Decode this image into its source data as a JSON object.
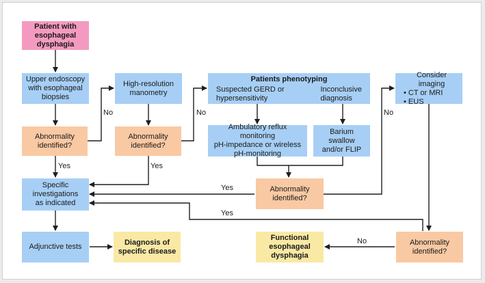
{
  "nodes": {
    "patient": "Patient with\nesophageal\ndysphagia",
    "endoscopy": "Upper endoscopy\nwith esophageal\nbiopsies",
    "abnormality1": "Abnormality\nidentified?",
    "manometry": "High-resolution\nmanometry",
    "abnormality2": "Abnormality\nidentified?",
    "phenotyping_title": "Patients phenotyping",
    "phenotyping_left": "Suspected GERD or\nhypersensitivity",
    "phenotyping_right": "Inconclusive\ndiagnosis",
    "reflux": "Ambulatory reflux monitoring\npH-impedance or wireless\npH-monitoring",
    "barium": "Barium swallow\nand/or FLIP",
    "abnormality3": "Abnormality\nidentified?",
    "imaging_title": "Consider imaging",
    "imaging_items": "• CT or MRI\n• EUS",
    "specific": "Specific\ninvestigations\nas indicated",
    "adjunctive": "Adjunctive tests",
    "diagnosis": "Diagnosis of\nspecific disease",
    "functional": "Functional\nesophageal\ndysphagia",
    "abnormality4": "Abnormality\nidentified?"
  },
  "labels": {
    "no1": "No",
    "no2": "No",
    "no3": "No",
    "no4": "No",
    "yes1": "Yes",
    "yes2": "Yes",
    "yes3": "Yes",
    "yes4": "Yes"
  },
  "colors": {
    "start": "#f49ac0",
    "process": "#a7cff5",
    "decision": "#f9c9a3",
    "outcome": "#f9e9a4"
  }
}
